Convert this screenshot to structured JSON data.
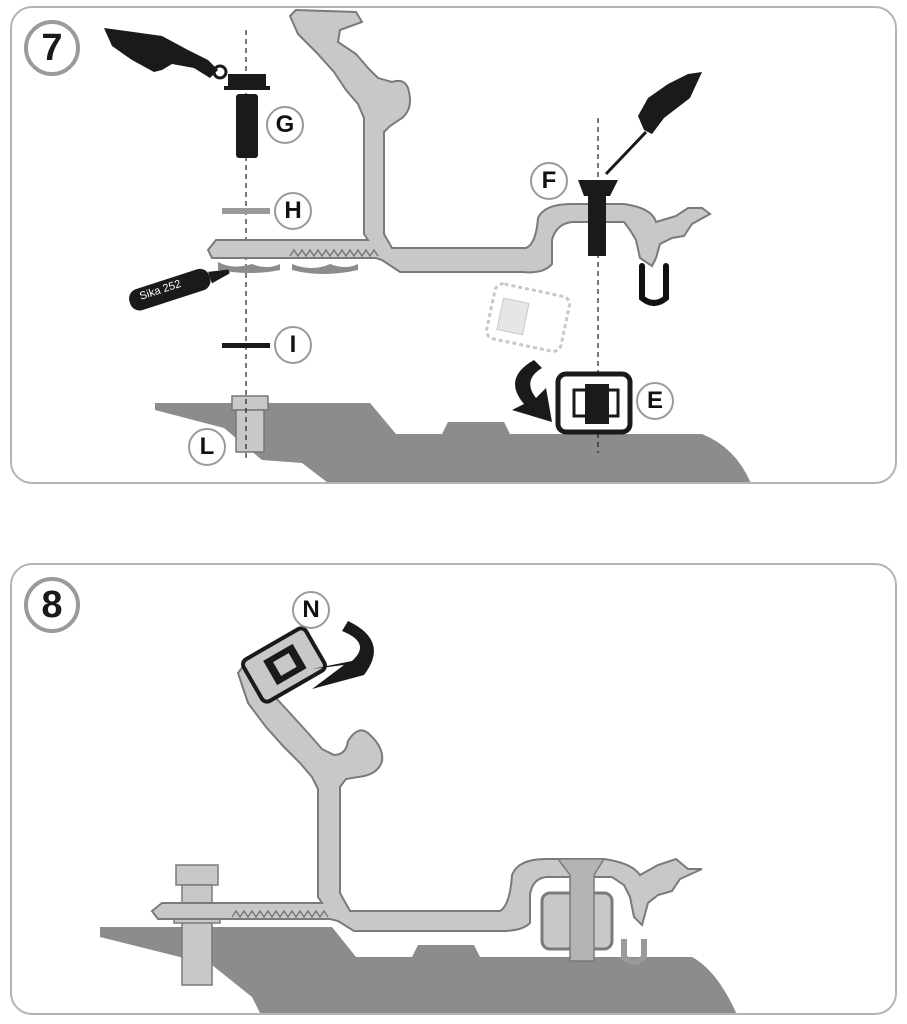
{
  "steps": [
    {
      "number": "7",
      "labels": {
        "G": "G",
        "H": "H",
        "I": "I",
        "L": "L",
        "F": "F",
        "E": "E"
      },
      "tube_text": "Sika 252"
    },
    {
      "number": "8",
      "labels": {
        "N": "N"
      }
    }
  ],
  "colors": {
    "profile": "#c8c8c8",
    "hull": "#8c8c8c",
    "dark": "#1a1a1a",
    "border": "#b4b4b4",
    "ghost": "#e0e0e0"
  },
  "icons": [
    "hand-wrench-icon",
    "hand-pencil-icon",
    "arrow-curved-icon"
  ]
}
